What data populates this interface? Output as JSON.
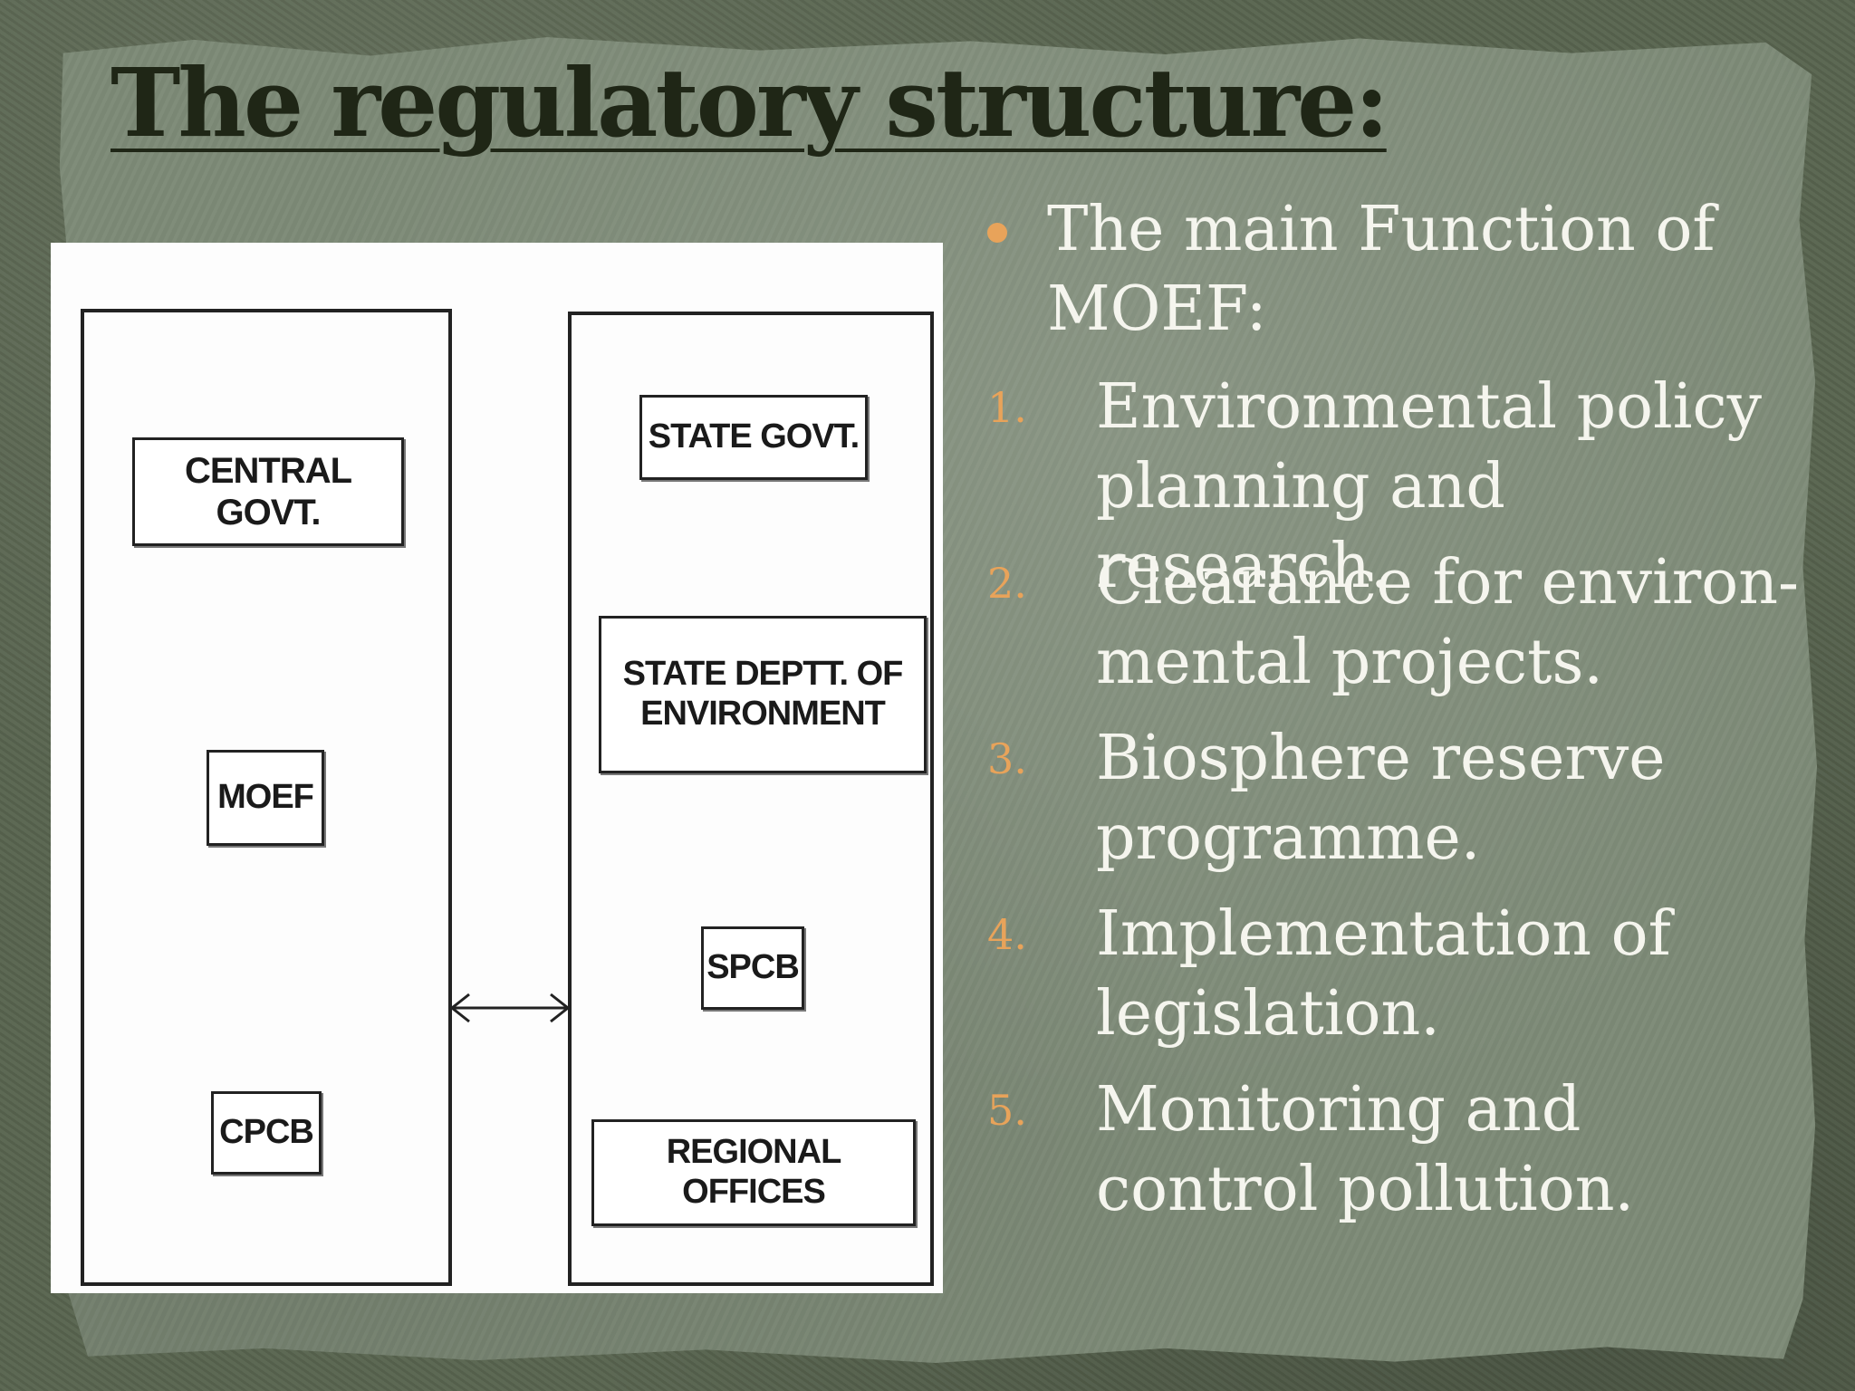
{
  "slide": {
    "title": "The regulatory structure:",
    "bullet": "The main Function of MOEF:",
    "items": [
      {
        "num": "1.",
        "text": "Environmental policy planning and research."
      },
      {
        "num": "2.",
        "text": "Clearance for environ-mental projects."
      },
      {
        "num": "3.",
        "text": "Biosphere reserve programme."
      },
      {
        "num": "4.",
        "text": "Implementation of legislation."
      },
      {
        "num": "5.",
        "text": "Monitoring and control pollution."
      }
    ]
  },
  "diagram": {
    "left": [
      "CENTRAL GOVT.",
      "MOEF",
      "CPCB"
    ],
    "right": [
      "STATE GOVT.",
      "STATE DEPTT. OF ENVIRONMENT",
      "SPCB",
      "REGIONAL OFFICES"
    ]
  },
  "colors": {
    "accent": "#e8a35a",
    "paper": "#7d8a77",
    "title": "#1f2616",
    "text": "#f5f5ee"
  }
}
